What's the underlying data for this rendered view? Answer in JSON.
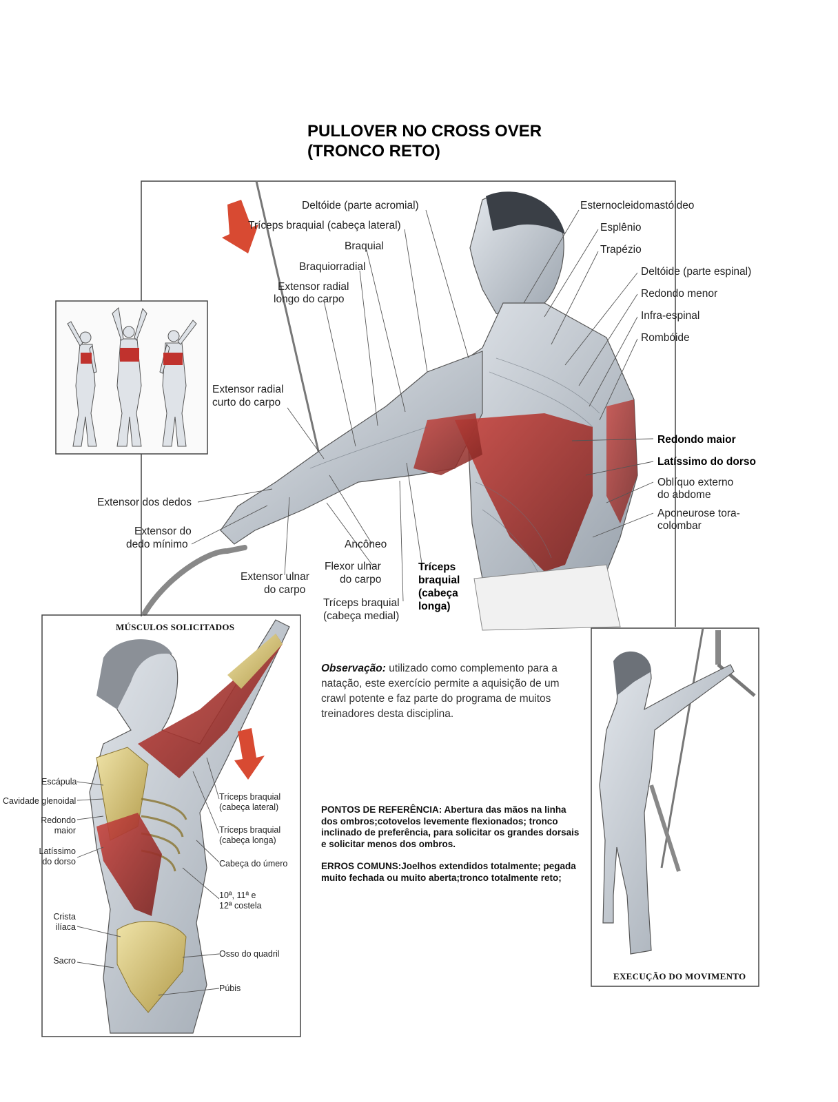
{
  "title": {
    "line1": "PULLOVER NO CROSS OVER",
    "line2": "(TRONCO RETO)"
  },
  "main_labels": {
    "deltoide_acromial": "Deltóide (parte acromial)",
    "triceps_lateral": "Tríceps braquial (cabeça lateral)",
    "braquial": "Braquial",
    "braquiorradial": "Braquiorradial",
    "extensor_radial_longo_1": "Extensor radial",
    "extensor_radial_longo_2": "longo do carpo",
    "extensor_radial_curto_1": "Extensor radial",
    "extensor_radial_curto_2": "curto do carpo",
    "extensor_dedos": "Extensor dos dedos",
    "extensor_dedo_minimo_1": "Extensor do",
    "extensor_dedo_minimo_2": "dedo mínimo",
    "extensor_ulnar_1": "Extensor ulnar",
    "extensor_ulnar_2": "do carpo",
    "anconeo": "Ancôneo",
    "flexor_ulnar_1": "Flexor ulnar",
    "flexor_ulnar_2": "do carpo",
    "triceps_medial_1": "Tríceps braquial",
    "triceps_medial_2": "(cabeça medial)",
    "triceps_longa_1": "Tríceps",
    "triceps_longa_2": "braquial",
    "triceps_longa_3": "(cabeça",
    "triceps_longa_4": "longa)",
    "esternocleidomastoideo": "Esternocleidomastóideo",
    "esplenio": "Esplênio",
    "trapezio": "Trapézio",
    "deltoide_espinal": "Deltóide (parte espinal)",
    "redondo_menor": "Redondo menor",
    "infra_espinal": "Infra-espinal",
    "romboide": "Rombóide",
    "redondo_maior": "Redondo maior",
    "latissimo": "Latíssimo do dorso",
    "obliquo_1": "Oblíquo externo",
    "obliquo_2": "do abdome",
    "aponeurose_1": "Aponeurose tora-",
    "aponeurose_2": "colombar"
  },
  "muscles_panel": {
    "heading": "MÚSCULOS SOLICITADOS",
    "escapula": "Escápula",
    "cavidade": "Cavidade glenoidal",
    "redondo_maior_1": "Redondo",
    "redondo_maior_2": "maior",
    "latissimo_1": "Latíssimo",
    "latissimo_2": "do dorso",
    "crista_1": "Crista",
    "crista_2": "ilíaca",
    "sacro": "Sacro",
    "triceps_lateral_1": "Tríceps braquial",
    "triceps_lateral_2": "(cabeça lateral)",
    "triceps_longa_1": "Tríceps braquial",
    "triceps_longa_2": "(cabeça longa)",
    "cabeca_umero": "Cabeça do úmero",
    "costelas_1": "10ª, 11ª e",
    "costelas_2": "12ª costela",
    "osso_quadril": "Osso do quadril",
    "pubis": "Púbis"
  },
  "execution_panel": {
    "heading": "EXECUÇÃO DO MOVIMENTO"
  },
  "observation": {
    "keyword": "Observação:",
    "text": " utilizado como complemento para a natação, este exercício permite a aquisição de um crawl potente e faz parte do programa de muitos treinadores desta disciplina."
  },
  "notes": {
    "pontos": "PONTOS DE REFERÊNCIA: Abertura das mãos na linha dos ombros;cotovelos levemente flexionados; tronco inclinado de preferência, para solicitar os grandes dorsais e solicitar menos dos ombros.",
    "erros": "ERROS COMUNS:Joelhos extendidos totalmente; pegada muito fechada ou muito aberta;tronco totalmente reto;"
  },
  "colors": {
    "muscle_highlight": "#b8302e",
    "arrow": "#d84a32",
    "bone": "#d7c27a",
    "body": "#c9cfd6",
    "line": "#444444"
  }
}
